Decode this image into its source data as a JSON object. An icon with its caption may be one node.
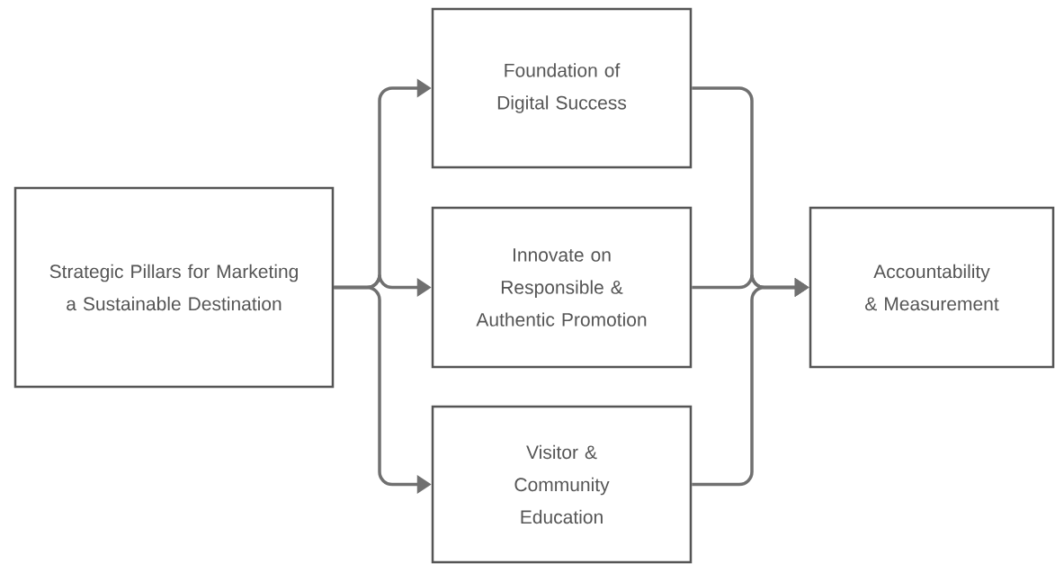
{
  "diagram": {
    "nodes": [
      {
        "text": [
          "Strategic Pillars for Marketing a Sustainable Destination"
        ]
      },
      {
        "text": [
          "Foundation of Digital Success"
        ]
      },
      {
        "text": [
          "Innovate on Responsible & Authentic Promotion"
        ]
      },
      {
        "text": [
          "Visitor & Community Education"
        ]
      },
      {
        "text": [
          "Accountability & Measurement"
        ]
      }
    ],
    "edges": [
      {
        "from": 0,
        "to": 1,
        "arrow": "to"
      },
      {
        "from": 0,
        "to": 2,
        "arrow": "to"
      },
      {
        "from": 0,
        "to": 3,
        "arrow": "to"
      },
      {
        "from": 1,
        "to": 4,
        "arrow": "to"
      },
      {
        "from": 2,
        "to": 4,
        "arrow": "to"
      },
      {
        "from": 3,
        "to": 4,
        "arrow": "to"
      }
    ]
  }
}
